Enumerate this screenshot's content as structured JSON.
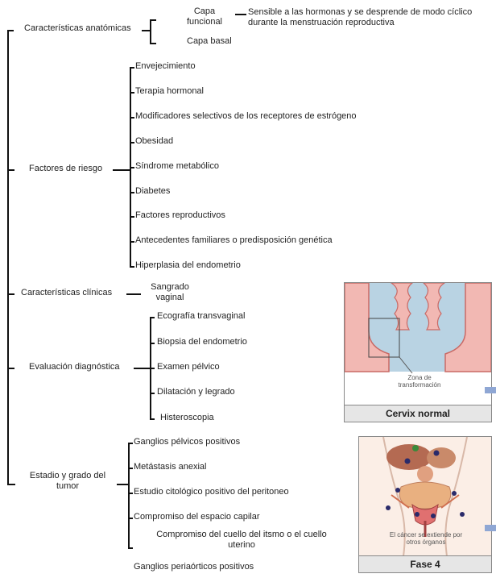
{
  "anatomicas": {
    "label": "Características anatómicas",
    "capa_funcional": "Capa funcional",
    "capa_funcional_desc": "Sensible a las hormonas y se desprende de modo cíclico durante la menstruación reproductiva",
    "capa_basal": "Capa basal"
  },
  "riesgo": {
    "label": "Factores de riesgo",
    "items": [
      "Envejecimiento",
      "Terapia hormonal",
      "Modificadores selectivos de los receptores de estrógeno",
      "Obesidad",
      "Síndrome metabólico",
      "Diabetes",
      "Factores reproductivos",
      "Antecedentes familiares o predisposición genética",
      "Hiperplasia del endometrio"
    ]
  },
  "clinicas": {
    "label": "Características clínicas",
    "value": "Sangrado vaginal"
  },
  "diagnostica": {
    "label": "Evaluación diagnóstica",
    "items": [
      "Ecografía transvaginal",
      "Biopsia del endometrio",
      "Examen pélvico",
      "Dilatación y legrado",
      "Histeroscopia"
    ]
  },
  "estadio": {
    "label": "Estadio y grado del tumor",
    "items": [
      "Ganglios pélvicos positivos",
      "Metástasis anexial",
      "Estudio citológico positivo del peritoneo",
      "Compromiso del espacio capilar",
      "Compromiso del cuello del itsmo o el cuello uterino",
      "Ganglios periaórticos positivos"
    ]
  },
  "images": {
    "cervix": {
      "zone_label": "Zona de transformación",
      "caption": "Cervix normal"
    },
    "fase": {
      "spread_label": "El cáncer se extiende por otros órganos",
      "caption": "Fase 4"
    }
  },
  "colors": {
    "tissue": "#f2b8b3",
    "tissue_edge": "#c96a66",
    "fluid": "#b9d3e3",
    "arrow": "#8fa7d4"
  }
}
